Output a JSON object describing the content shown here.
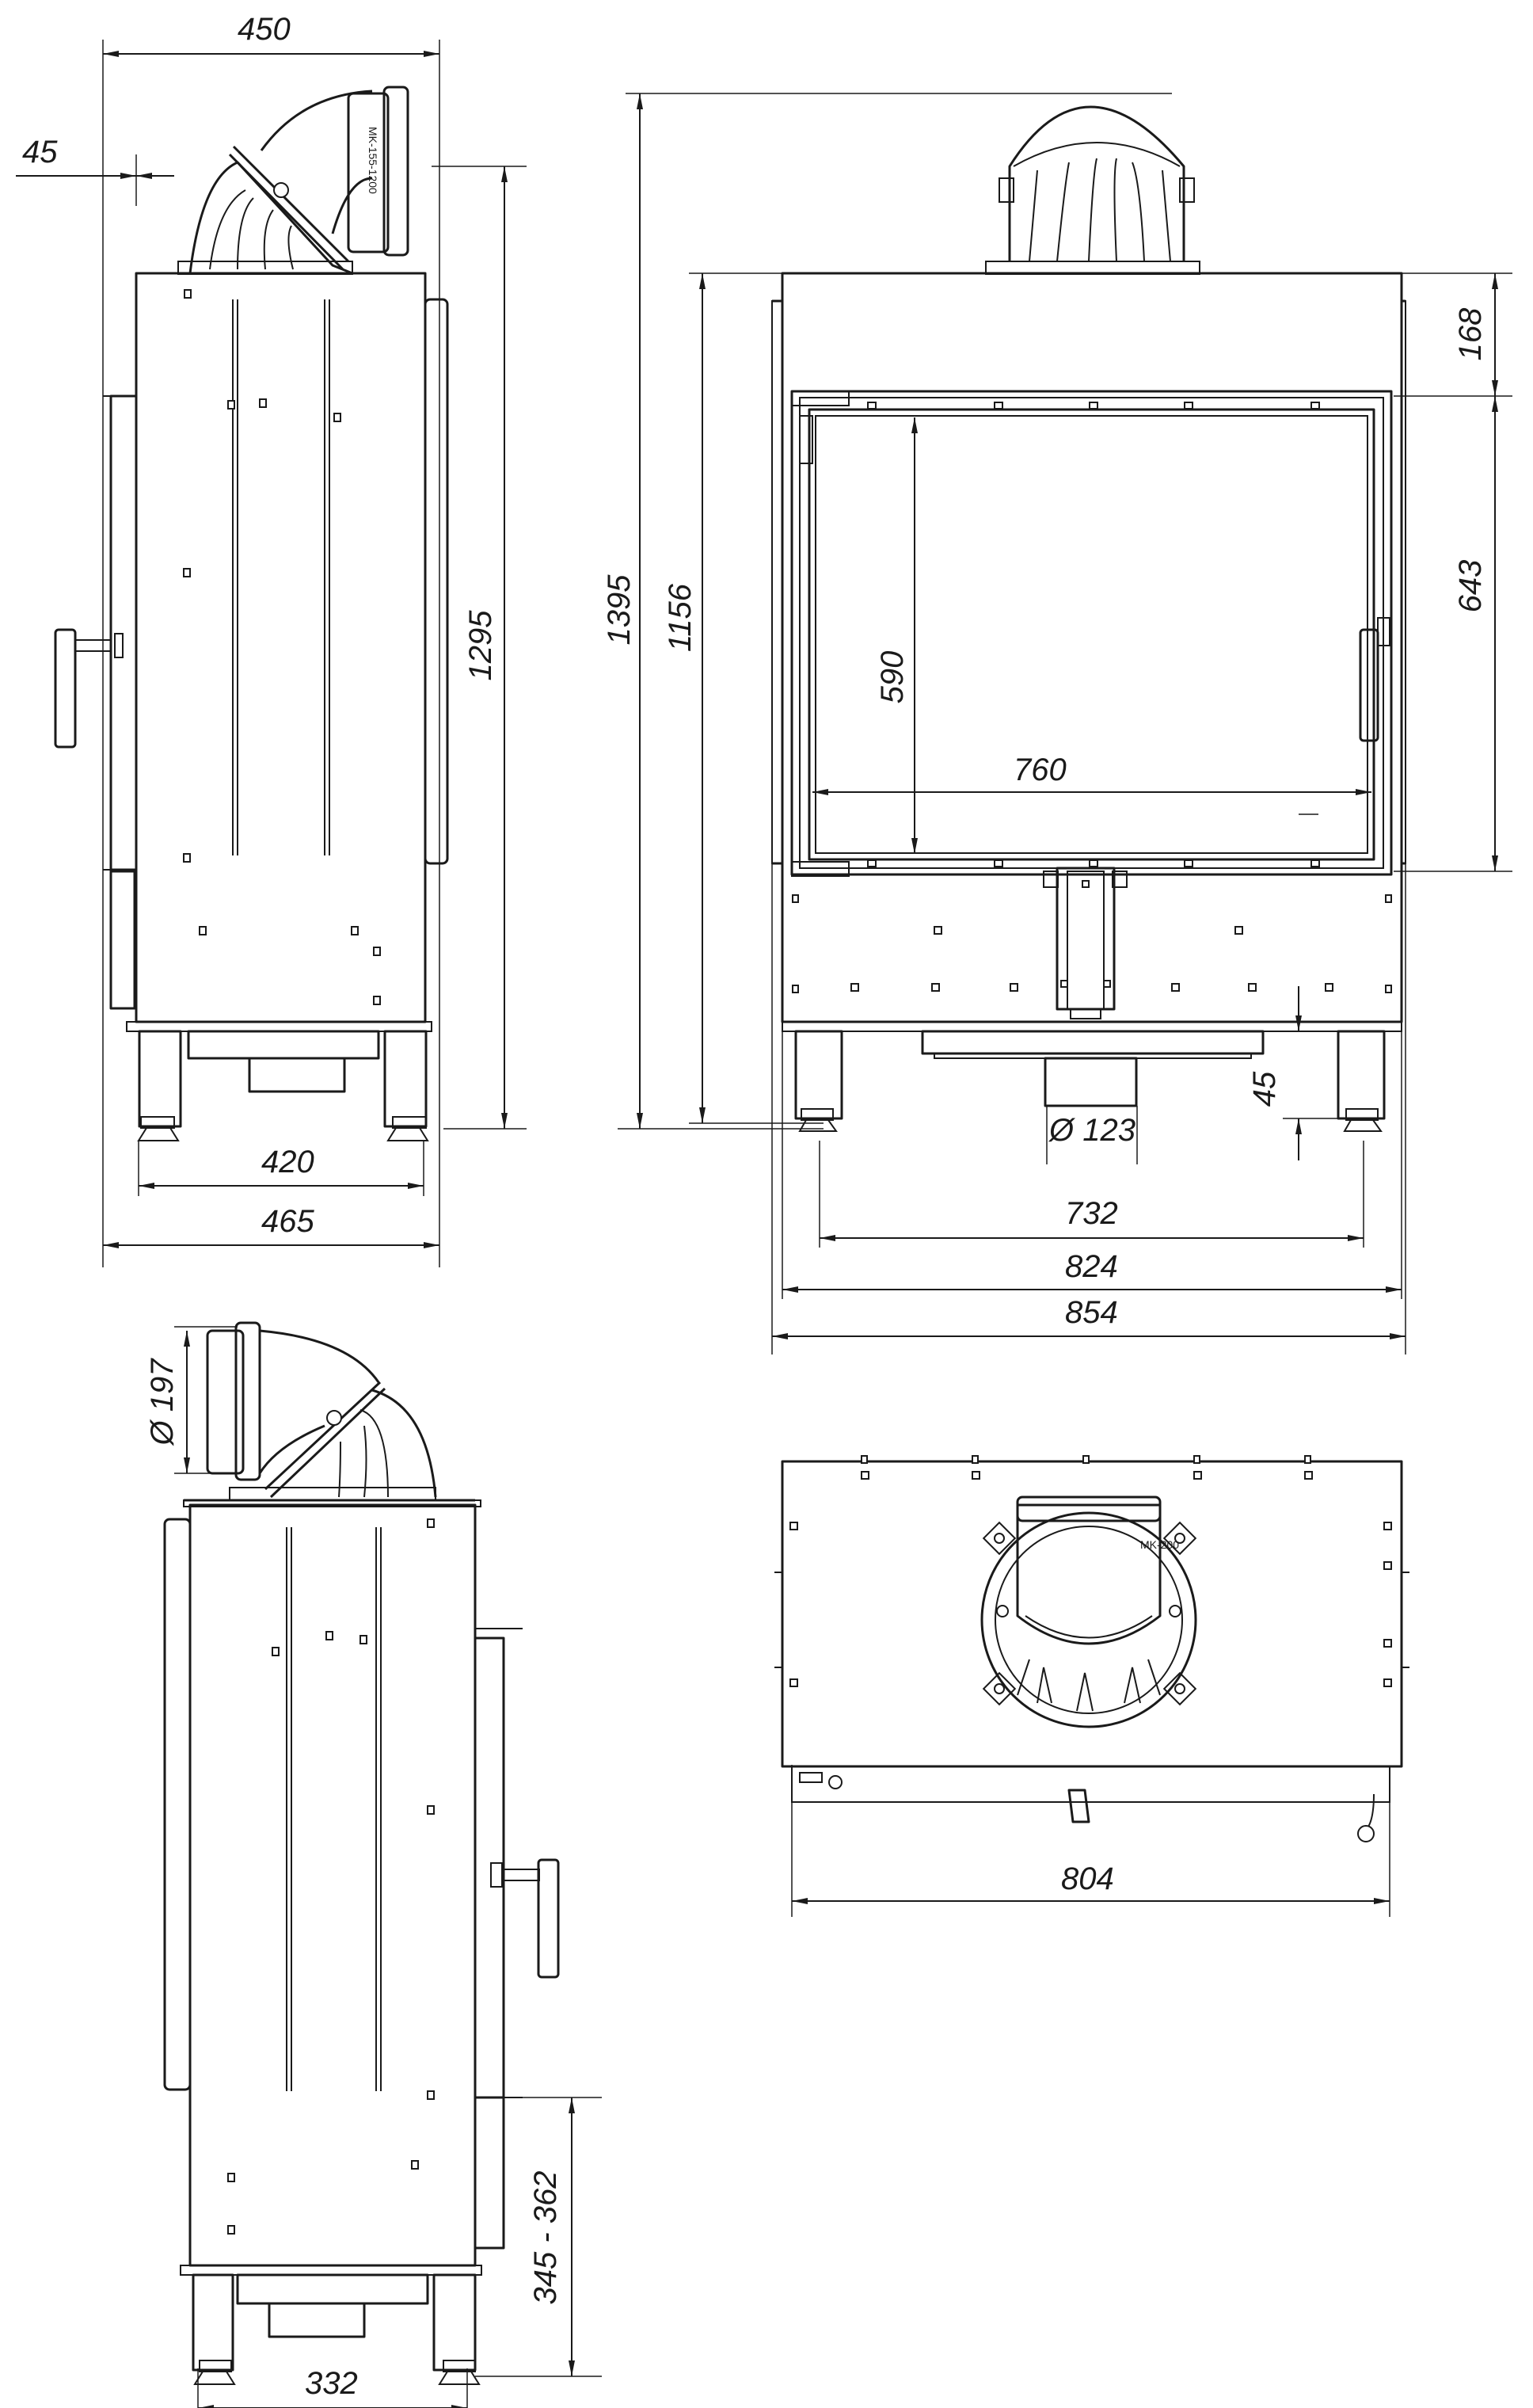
{
  "colors": {
    "line": "#1a1a1a",
    "background": "#ffffff"
  },
  "side_view_top": {
    "dims": {
      "top_width": "450",
      "flue_offset": "45",
      "height": "1295",
      "feet_width": "420",
      "body_depth": "465"
    },
    "flue_label": "MK-155-1200"
  },
  "front_view": {
    "dims": {
      "total_height": "1395",
      "body_height": "1156",
      "top_section": "168",
      "door_height": "643",
      "glass_height": "590",
      "glass_width": "760",
      "leg_height": "45",
      "air_inlet": "Ø 123",
      "leg_span": "732",
      "body_width": "824",
      "overall_width": "854"
    }
  },
  "side_view_bottom": {
    "dims": {
      "flue_diameter": "Ø 197",
      "feet_width": "332",
      "inlet_height": "345 - 362"
    }
  },
  "top_view": {
    "dims": {
      "width": "804"
    },
    "flue_label": "MK-200"
  }
}
